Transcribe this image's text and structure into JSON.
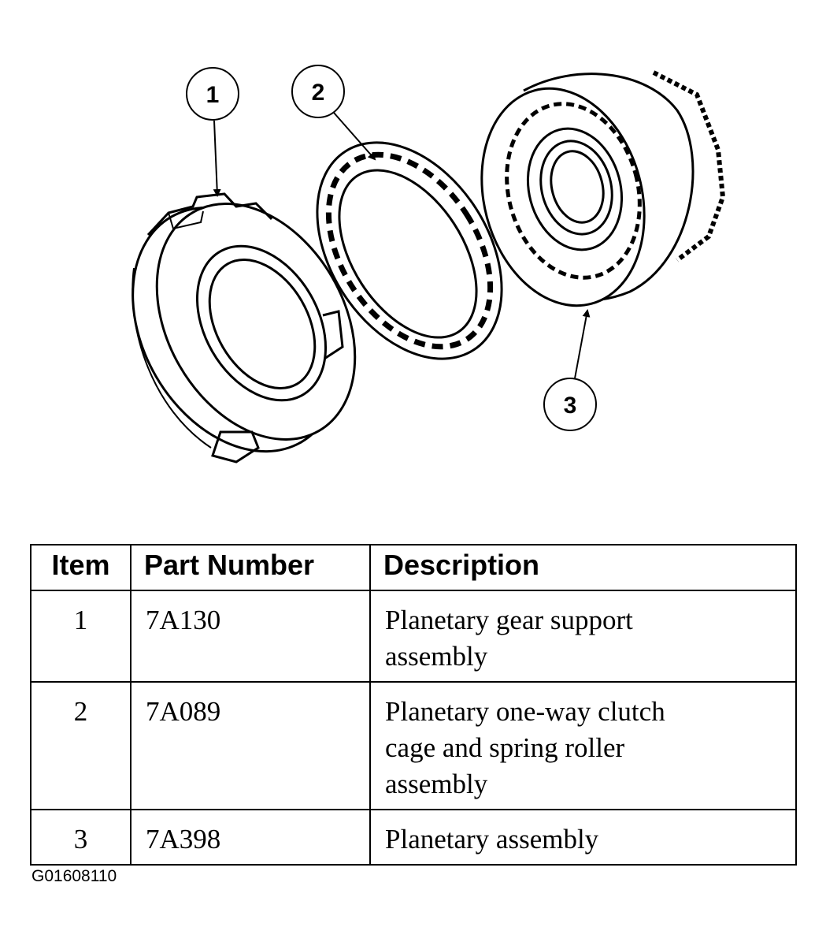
{
  "diagram": {
    "callouts": [
      {
        "label": "1"
      },
      {
        "label": "2"
      },
      {
        "label": "3"
      }
    ]
  },
  "table": {
    "headers": {
      "item": "Item",
      "part_number": "Part Number",
      "description": "Description"
    },
    "rows": [
      {
        "item": "1",
        "part_number": "7A130",
        "description": [
          "Planetary gear support",
          "assembly"
        ]
      },
      {
        "item": "2",
        "part_number": "7A089",
        "description": [
          "Planetary one-way clutch",
          "cage and spring roller",
          "assembly"
        ]
      },
      {
        "item": "3",
        "part_number": "7A398",
        "description": [
          "Planetary assembly"
        ]
      }
    ]
  },
  "figure_id": "G01608110"
}
